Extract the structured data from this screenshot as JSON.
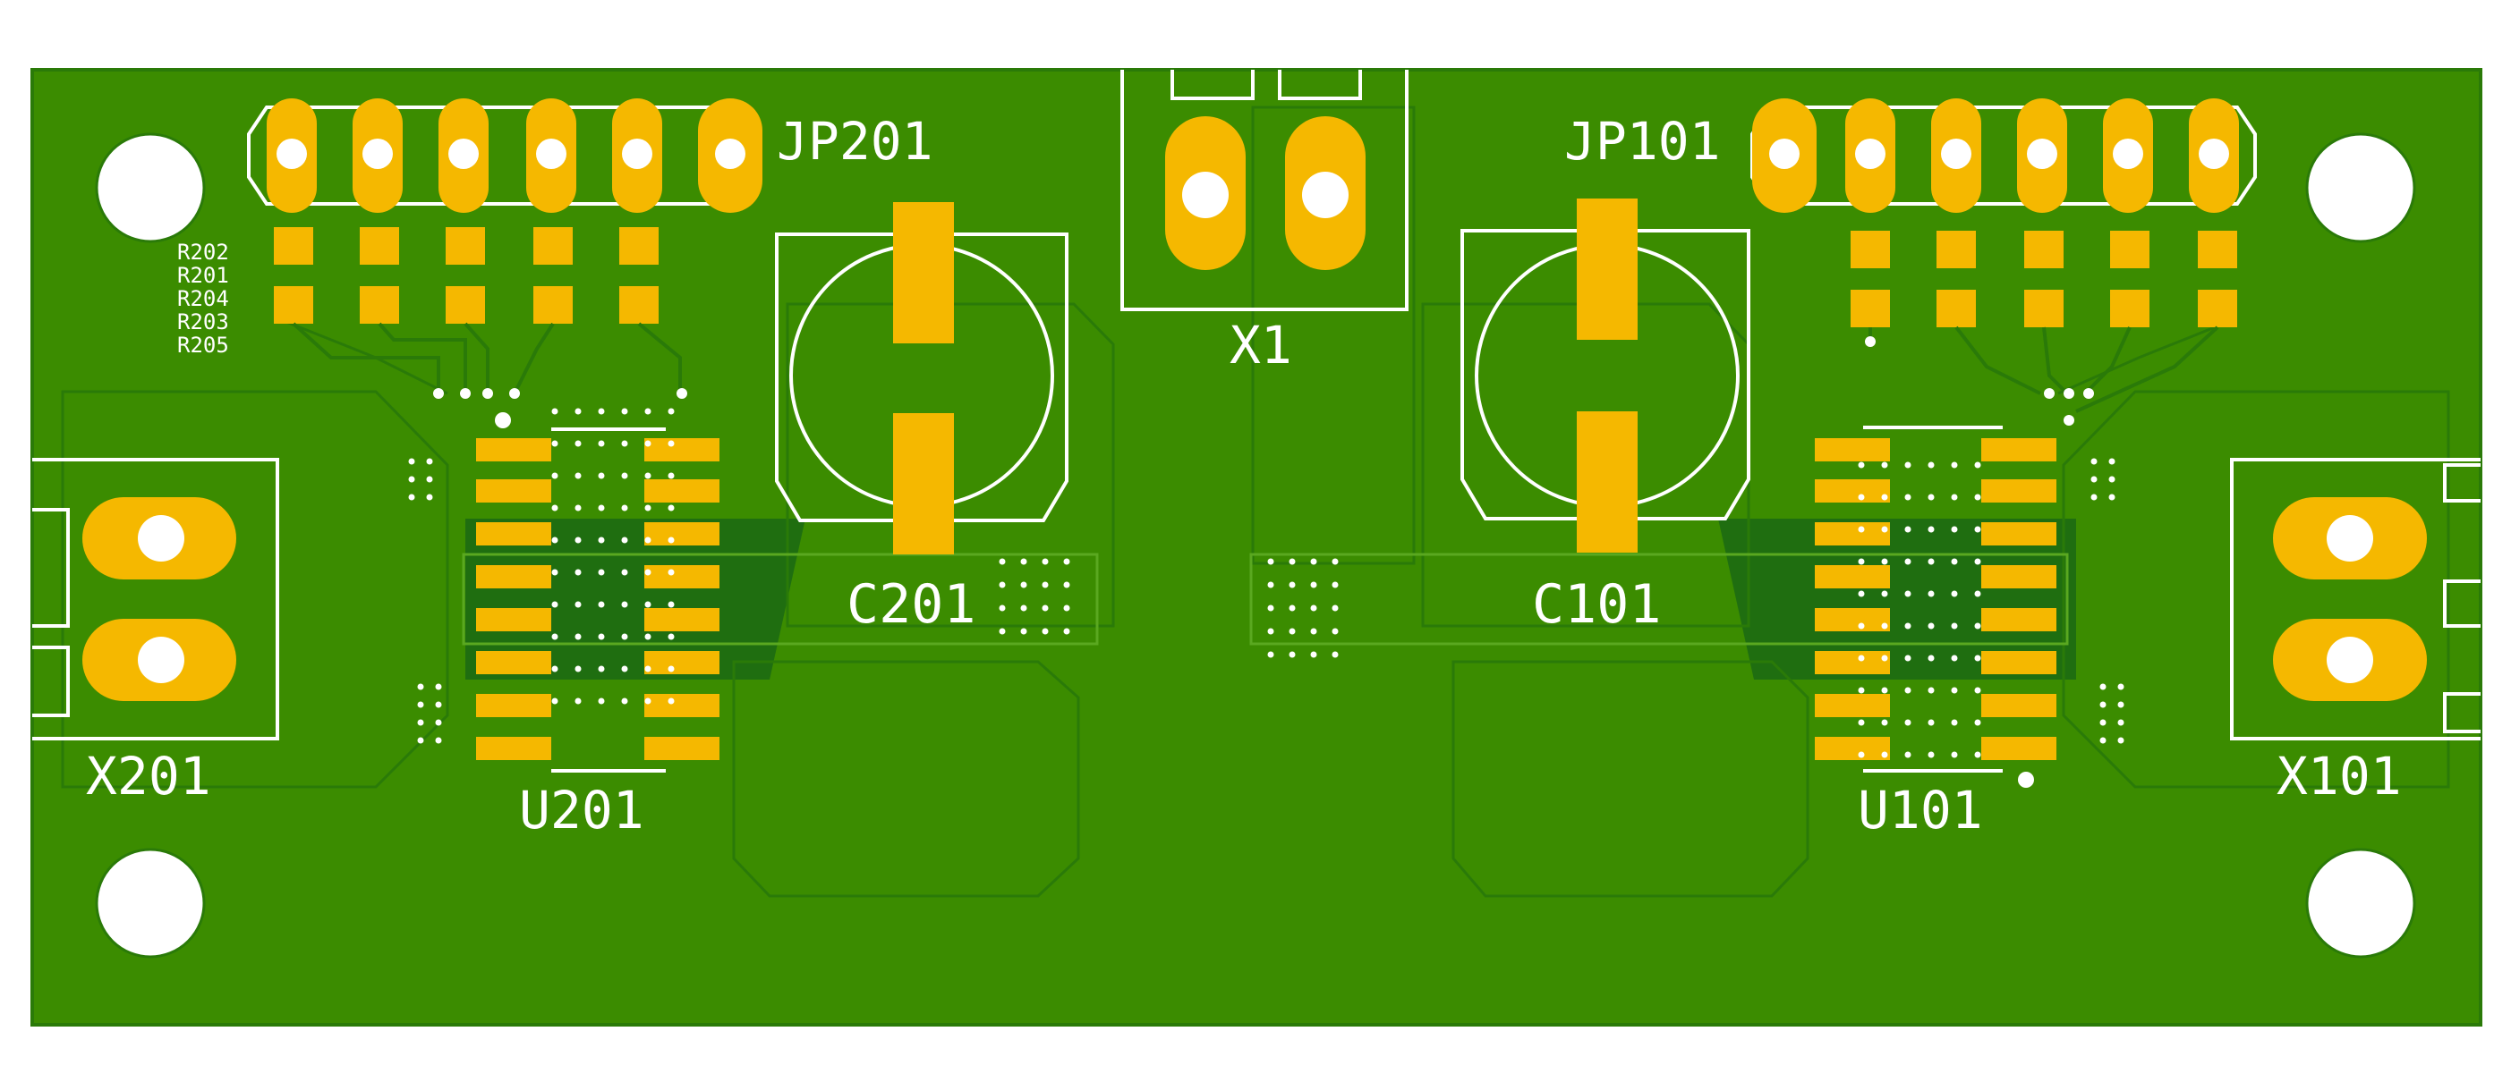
{
  "colors": {
    "background": "#ffffff",
    "board": "#3b8c00",
    "copper_pour_dark": "#1f6e10",
    "trace": "#2a7a08",
    "pad": "#f5b800",
    "silkscreen": "#ffffff",
    "drill": "#ffffff"
  },
  "labels": {
    "jp201": "JP201",
    "jp101": "JP101",
    "x1": "X1",
    "c201": "C201",
    "c101": "C101",
    "x201": "X201",
    "x101": "X101",
    "u201": "U201",
    "u101": "U101",
    "r202": "R202",
    "r201": "R201",
    "r204": "R204",
    "r203": "R203",
    "r205": "R205"
  }
}
